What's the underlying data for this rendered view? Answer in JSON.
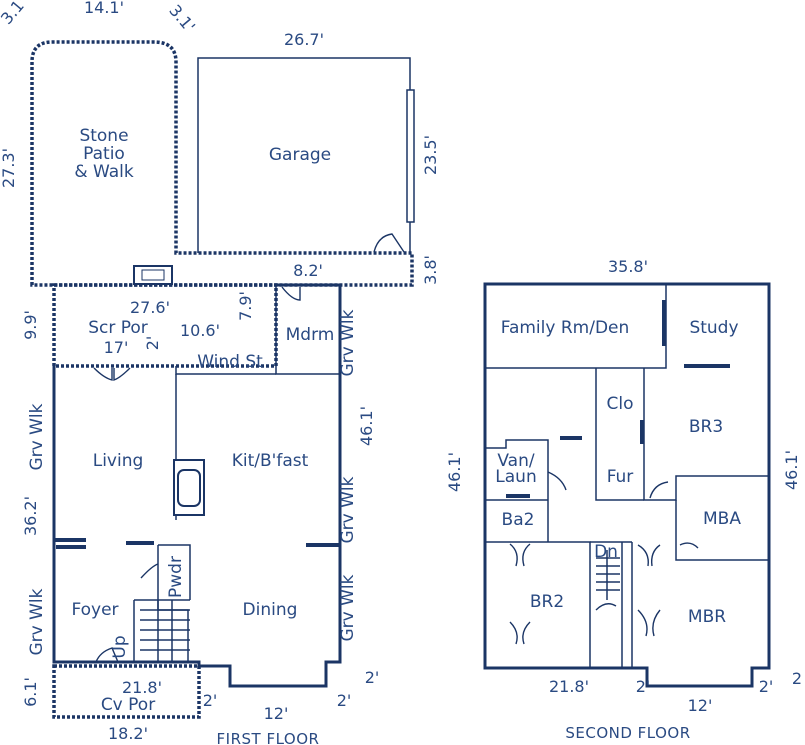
{
  "first_floor": {
    "caption": "FIRST FLOOR",
    "rooms": {
      "patio_1": "Stone",
      "patio_2": "Patio",
      "patio_3": "& Walk",
      "garage": "Garage",
      "scr_por": "Scr Por",
      "mdrm": "Mdrm",
      "wind_st": "Wind St",
      "living": "Living",
      "kit": "Kit/B'fast",
      "foyer": "Foyer",
      "pwdr": "Pwdr",
      "dining": "Dining",
      "up": "Up",
      "cv_por": "Cv Por"
    },
    "grv_wlk": "Grv Wlk",
    "dims": {
      "d_3_1": "3.1'",
      "d_14_1": "14.1'",
      "d_26_7": "26.7'",
      "d_27_3": "27.3'",
      "d_23_5": "23.5'",
      "d_3_8": "3.8'",
      "d_8_2": "8.2'",
      "d_9_9": "9.9'",
      "d_27_6": "27.6'",
      "d_7_9": "7.9'",
      "d_10_6": "10.6'",
      "d_17": "17'",
      "d_2": "2'",
      "d_46_1": "46.1'",
      "d_36_2": "36.2'",
      "d_6_1": "6.1'",
      "d_21_8": "21.8'",
      "d_18_2": "18.2'",
      "d_12": "12'"
    }
  },
  "second_floor": {
    "caption": "SECOND FLOOR",
    "rooms": {
      "family": "Family Rm/Den",
      "study": "Study",
      "clo": "Clo",
      "fur": "Fur",
      "br3": "BR3",
      "van_1": "Van/",
      "van_2": "Laun",
      "ba2": "Ba2",
      "mba": "MBA",
      "dn": "Dn",
      "br2": "BR2",
      "mbr": "MBR"
    },
    "dims": {
      "d_35_8": "35.8'",
      "d_46_1": "46.1'",
      "d_21_8": "21.8'",
      "d_2": "2'",
      "d_12": "12'",
      "d_2_cut": "2"
    }
  },
  "colors": {
    "line": "#1b3565",
    "text": "#2a4a82",
    "background": "#ffffff"
  }
}
